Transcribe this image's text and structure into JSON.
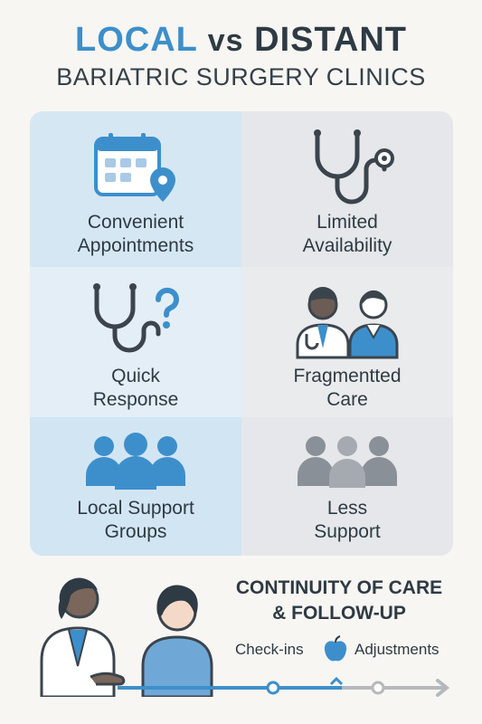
{
  "header": {
    "title_local": "LOCAL",
    "title_vs": "vs",
    "title_distant": "DISTANT",
    "subtitle": "BARIATRIC SURGERY CLINICS"
  },
  "grid": {
    "local": [
      {
        "label_line1": "Convenient",
        "label_line2": "Appointments",
        "icon": "calendar-location-icon"
      },
      {
        "label_line1": "Quick",
        "label_line2": "Response",
        "icon": "stethoscope-question-icon"
      },
      {
        "label_line1": "Local Support",
        "label_line2": "Groups",
        "icon": "support-group-icon"
      }
    ],
    "distant": [
      {
        "label_line1": "Limited",
        "label_line2": "Availability",
        "icon": "stethoscope-icon"
      },
      {
        "label_line1": "Fragmentted",
        "label_line2": "Care",
        "icon": "doctors-icon"
      },
      {
        "label_line1": "Less",
        "label_line2": "Support",
        "icon": "gray-group-icon"
      }
    ]
  },
  "continuity": {
    "title_line1": "CONTINUITY OF CARE",
    "title_line2": "& FOLLOW-UP",
    "left_label": "Check-ins",
    "right_label": "Adjustments",
    "center_icon": "apple-icon"
  },
  "colors": {
    "accent": "#3d8fcb",
    "dark": "#2e3a44",
    "local_bg": "#d6e7f4",
    "distant_bg": "#e5e7ea",
    "gray_icon": "#8a9098"
  }
}
